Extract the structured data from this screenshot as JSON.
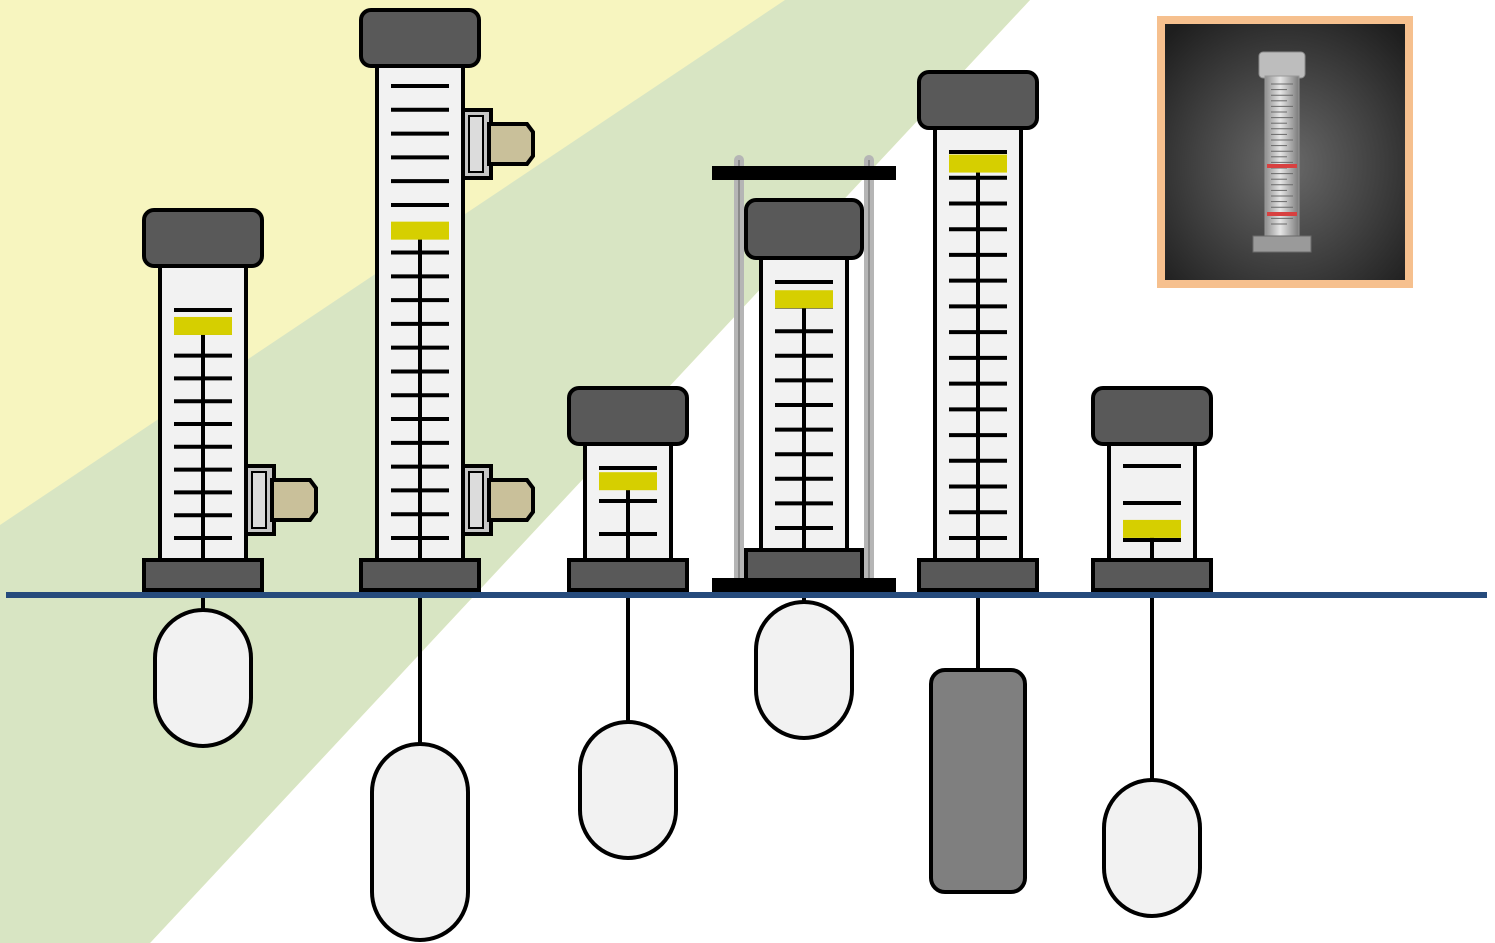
{
  "colors": {
    "background": "#ffffff",
    "band_yellow": "#f7f5bf",
    "band_green": "#d8e5c3",
    "ground_line": "#264b7c",
    "cap": "#595959",
    "tube": "#f2f2f2",
    "outline": "#000000",
    "indicator": "#d6cf00",
    "fitting": "#c9c09a",
    "fitting_nut": "#c6c6c6",
    "float_light": "#f2f2f2",
    "float_dark": "#7f7f7f",
    "rod": "#b5b5b5",
    "photo_frame": "#f6c08e"
  },
  "gauges": [
    {
      "id": "gauge-1",
      "style": "side-port",
      "ticks": 11,
      "indicator_level": 0.93,
      "float": "light"
    },
    {
      "id": "gauge-2",
      "style": "double-port",
      "ticks": 20,
      "indicator_level": 0.68,
      "float": "light"
    },
    {
      "id": "gauge-3",
      "style": "short",
      "ticks": 3,
      "indicator_level": 0.8,
      "float": "light"
    },
    {
      "id": "gauge-4",
      "style": "tie-rod",
      "ticks": 11,
      "indicator_level": 0.93,
      "float": "light"
    },
    {
      "id": "gauge-5",
      "style": "tall",
      "ticks": 16,
      "indicator_level": 0.97,
      "float": "dark"
    },
    {
      "id": "gauge-6",
      "style": "short",
      "ticks": 3,
      "indicator_level": 0.15,
      "float": "light"
    }
  ],
  "inset_photo": {
    "icon": "flow-meter-photo-icon"
  }
}
